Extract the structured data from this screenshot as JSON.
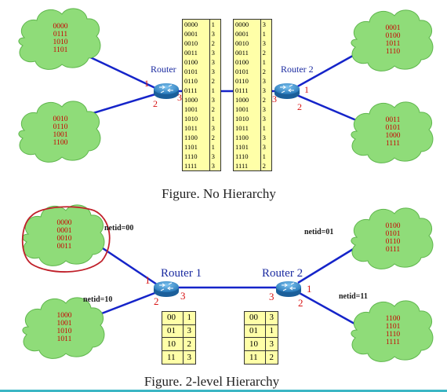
{
  "colors": {
    "cloud": "#8fdc79",
    "cloud_stroke": "#5fb64d",
    "link": "#1524c9",
    "table": "#ffffa8",
    "port": "#d81414",
    "bits": "#c80000",
    "router": "#2e86c8",
    "circle": "#c0202a",
    "accent_line": "#3bb6c4"
  },
  "top": {
    "caption": "Figure. No Hierarchy",
    "router1": {
      "label": "Router",
      "ports": [
        "1",
        "2",
        "3"
      ]
    },
    "router2": {
      "label": "Router 2",
      "ports": [
        "3",
        "1",
        "2"
      ]
    },
    "clouds": [
      {
        "addrs": [
          "0000",
          "0111",
          "1010",
          "1101"
        ]
      },
      {
        "addrs": [
          "0010",
          "0110",
          "1001",
          "1100"
        ]
      },
      {
        "addrs": [
          "0001",
          "0100",
          "1011",
          "1110"
        ]
      },
      {
        "addrs": [
          "0011",
          "0101",
          "1000",
          "1111"
        ]
      }
    ],
    "table1": [
      [
        "0000",
        "1"
      ],
      [
        "0001",
        "3"
      ],
      [
        "0010",
        "2"
      ],
      [
        "0011",
        "3"
      ],
      [
        "0100",
        "3"
      ],
      [
        "0101",
        "3"
      ],
      [
        "0110",
        "2"
      ],
      [
        "0111",
        "1"
      ],
      [
        "1000",
        "3"
      ],
      [
        "1001",
        "2"
      ],
      [
        "1010",
        "1"
      ],
      [
        "1011",
        "3"
      ],
      [
        "1100",
        "2"
      ],
      [
        "1101",
        "1"
      ],
      [
        "1110",
        "3"
      ],
      [
        "1111",
        "3"
      ]
    ],
    "table2": [
      [
        "0000",
        "3"
      ],
      [
        "0001",
        "1"
      ],
      [
        "0010",
        "3"
      ],
      [
        "0011",
        "2"
      ],
      [
        "0100",
        "1"
      ],
      [
        "0101",
        "2"
      ],
      [
        "0110",
        "3"
      ],
      [
        "0111",
        "3"
      ],
      [
        "1000",
        "2"
      ],
      [
        "1001",
        "3"
      ],
      [
        "1010",
        "3"
      ],
      [
        "1011",
        "1"
      ],
      [
        "1100",
        "3"
      ],
      [
        "1101",
        "3"
      ],
      [
        "1110",
        "1"
      ],
      [
        "1111",
        "2"
      ]
    ]
  },
  "bottom": {
    "caption": "Figure. 2-level Hierarchy",
    "router1": {
      "label": "Router 1",
      "ports": [
        "1",
        "2",
        "3"
      ]
    },
    "router2": {
      "label": "Router 2",
      "ports": [
        "3",
        "1",
        "2"
      ]
    },
    "clouds": [
      {
        "netid": "netid=00",
        "addrs": [
          "0000",
          "0001",
          "0010",
          "0011"
        ]
      },
      {
        "netid": "netid=10",
        "addrs": [
          "1000",
          "1001",
          "1010",
          "1011"
        ]
      },
      {
        "netid": "netid=01",
        "addrs": [
          "0100",
          "0101",
          "0110",
          "0111"
        ]
      },
      {
        "netid": "netid=11",
        "addrs": [
          "1100",
          "1101",
          "1110",
          "1111"
        ]
      }
    ],
    "table1": [
      [
        "00",
        "1"
      ],
      [
        "01",
        "3"
      ],
      [
        "10",
        "2"
      ],
      [
        "11",
        "3"
      ]
    ],
    "table2": [
      [
        "00",
        "3"
      ],
      [
        "01",
        "1"
      ],
      [
        "10",
        "3"
      ],
      [
        "11",
        "2"
      ]
    ]
  }
}
